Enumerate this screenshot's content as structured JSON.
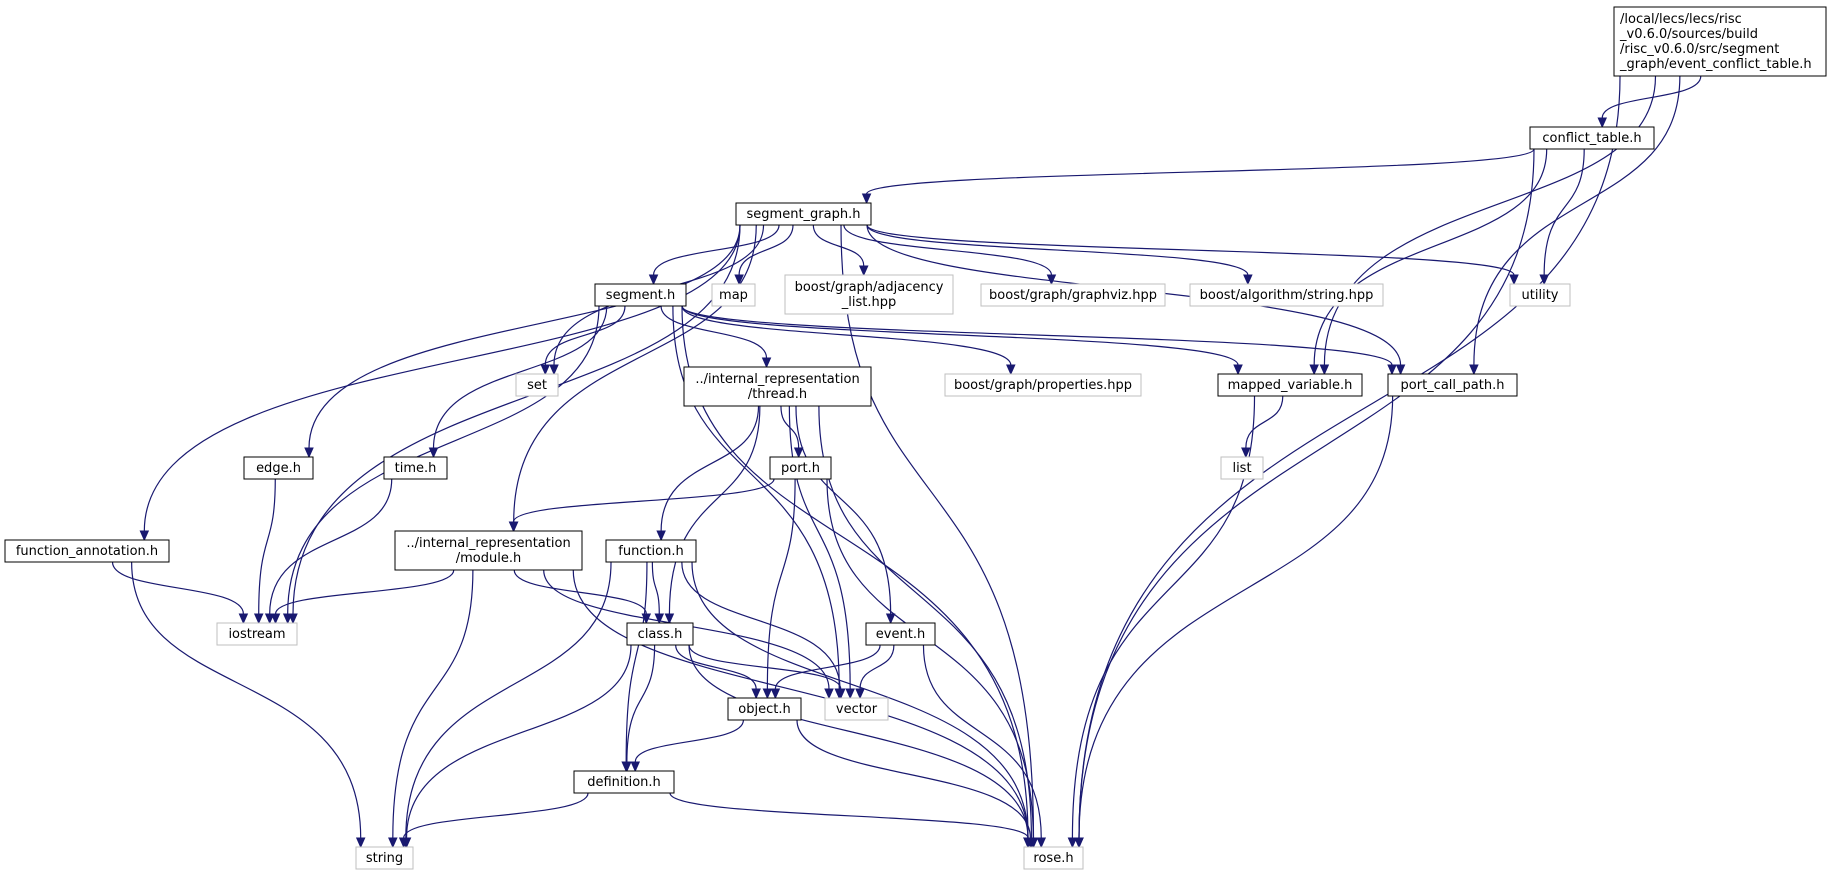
{
  "colors": {
    "edge": "#191970",
    "normal_border": "#000000",
    "external_border": "#bfbfbf",
    "root_fill": "#bfbfbf",
    "node_fill": "#ffffff",
    "text": "#000000"
  },
  "graph": {
    "nodes": [
      {
        "id": "root",
        "lines": [
          "/local/lecs/lecs/risc",
          "_v0.6.0/sources/build",
          "/risc_v0.6.0/src/segment",
          "_graph/event_conflict_table.h"
        ],
        "kind": "root"
      },
      {
        "id": "conflict_table",
        "lines": [
          "conflict_table.h"
        ],
        "kind": "normal"
      },
      {
        "id": "segment_graph",
        "lines": [
          "segment_graph.h"
        ],
        "kind": "normal"
      },
      {
        "id": "segment",
        "lines": [
          "segment.h"
        ],
        "kind": "normal"
      },
      {
        "id": "map",
        "lines": [
          "map"
        ],
        "kind": "external"
      },
      {
        "id": "adjacency_list",
        "lines": [
          "boost/graph/adjacency",
          "_list.hpp"
        ],
        "kind": "external"
      },
      {
        "id": "graphviz",
        "lines": [
          "boost/graph/graphviz.hpp"
        ],
        "kind": "external"
      },
      {
        "id": "algorithm_string",
        "lines": [
          "boost/algorithm/string.hpp"
        ],
        "kind": "external"
      },
      {
        "id": "utility",
        "lines": [
          "utility"
        ],
        "kind": "external"
      },
      {
        "id": "set",
        "lines": [
          "set"
        ],
        "kind": "external"
      },
      {
        "id": "thread",
        "lines": [
          "../internal_representation",
          "/thread.h"
        ],
        "kind": "normal"
      },
      {
        "id": "properties",
        "lines": [
          "boost/graph/properties.hpp"
        ],
        "kind": "external"
      },
      {
        "id": "mapped_variable",
        "lines": [
          "mapped_variable.h"
        ],
        "kind": "normal"
      },
      {
        "id": "port_call_path",
        "lines": [
          "port_call_path.h"
        ],
        "kind": "normal"
      },
      {
        "id": "list",
        "lines": [
          "list"
        ],
        "kind": "external"
      },
      {
        "id": "edge",
        "lines": [
          "edge.h"
        ],
        "kind": "normal"
      },
      {
        "id": "time",
        "lines": [
          "time.h"
        ],
        "kind": "normal"
      },
      {
        "id": "port",
        "lines": [
          "port.h"
        ],
        "kind": "normal"
      },
      {
        "id": "function_annotation",
        "lines": [
          "function_annotation.h"
        ],
        "kind": "normal"
      },
      {
        "id": "module",
        "lines": [
          "../internal_representation",
          "/module.h"
        ],
        "kind": "normal"
      },
      {
        "id": "function",
        "lines": [
          "function.h"
        ],
        "kind": "normal"
      },
      {
        "id": "iostream",
        "lines": [
          "iostream"
        ],
        "kind": "external"
      },
      {
        "id": "class",
        "lines": [
          "class.h"
        ],
        "kind": "normal"
      },
      {
        "id": "event",
        "lines": [
          "event.h"
        ],
        "kind": "normal"
      },
      {
        "id": "object",
        "lines": [
          "object.h"
        ],
        "kind": "normal"
      },
      {
        "id": "vector",
        "lines": [
          "vector"
        ],
        "kind": "external"
      },
      {
        "id": "definition",
        "lines": [
          "definition.h"
        ],
        "kind": "normal"
      },
      {
        "id": "string",
        "lines": [
          "string"
        ],
        "kind": "external"
      },
      {
        "id": "rose",
        "lines": [
          "rose.h"
        ],
        "kind": "external"
      }
    ],
    "edges": [
      {
        "from": "root",
        "to": "conflict_table"
      },
      {
        "from": "root",
        "to": "mapped_variable"
      },
      {
        "from": "root",
        "to": "port_call_path"
      },
      {
        "from": "root",
        "to": "rose"
      },
      {
        "from": "conflict_table",
        "to": "segment_graph"
      },
      {
        "from": "conflict_table",
        "to": "utility"
      },
      {
        "from": "conflict_table",
        "to": "mapped_variable"
      },
      {
        "from": "conflict_table",
        "to": "rose"
      },
      {
        "from": "segment_graph",
        "to": "segment"
      },
      {
        "from": "segment_graph",
        "to": "map"
      },
      {
        "from": "segment_graph",
        "to": "adjacency_list"
      },
      {
        "from": "segment_graph",
        "to": "graphviz"
      },
      {
        "from": "segment_graph",
        "to": "algorithm_string"
      },
      {
        "from": "segment_graph",
        "to": "utility"
      },
      {
        "from": "segment_graph",
        "to": "set"
      },
      {
        "from": "segment_graph",
        "to": "edge"
      },
      {
        "from": "segment_graph",
        "to": "function_annotation"
      },
      {
        "from": "segment_graph",
        "to": "iostream"
      },
      {
        "from": "segment_graph",
        "to": "module"
      },
      {
        "from": "segment_graph",
        "to": "port_call_path"
      },
      {
        "from": "segment_graph",
        "to": "rose"
      },
      {
        "from": "segment",
        "to": "set"
      },
      {
        "from": "segment",
        "to": "thread"
      },
      {
        "from": "segment",
        "to": "properties"
      },
      {
        "from": "segment",
        "to": "mapped_variable"
      },
      {
        "from": "segment",
        "to": "port_call_path"
      },
      {
        "from": "segment",
        "to": "time"
      },
      {
        "from": "segment",
        "to": "iostream"
      },
      {
        "from": "segment",
        "to": "vector"
      },
      {
        "from": "segment",
        "to": "rose"
      },
      {
        "from": "thread",
        "to": "port"
      },
      {
        "from": "thread",
        "to": "function"
      },
      {
        "from": "thread",
        "to": "class"
      },
      {
        "from": "thread",
        "to": "event"
      },
      {
        "from": "thread",
        "to": "vector"
      },
      {
        "from": "thread",
        "to": "rose"
      },
      {
        "from": "mapped_variable",
        "to": "list"
      },
      {
        "from": "mapped_variable",
        "to": "rose"
      },
      {
        "from": "port_call_path",
        "to": "rose"
      },
      {
        "from": "edge",
        "to": "iostream"
      },
      {
        "from": "time",
        "to": "iostream"
      },
      {
        "from": "port",
        "to": "module"
      },
      {
        "from": "port",
        "to": "object"
      },
      {
        "from": "port",
        "to": "rose"
      },
      {
        "from": "function_annotation",
        "to": "iostream"
      },
      {
        "from": "function_annotation",
        "to": "string"
      },
      {
        "from": "module",
        "to": "iostream"
      },
      {
        "from": "module",
        "to": "class"
      },
      {
        "from": "module",
        "to": "vector"
      },
      {
        "from": "module",
        "to": "string"
      },
      {
        "from": "module",
        "to": "rose"
      },
      {
        "from": "function",
        "to": "class"
      },
      {
        "from": "function",
        "to": "definition"
      },
      {
        "from": "function",
        "to": "vector"
      },
      {
        "from": "function",
        "to": "string"
      },
      {
        "from": "function",
        "to": "rose"
      },
      {
        "from": "class",
        "to": "object"
      },
      {
        "from": "class",
        "to": "definition"
      },
      {
        "from": "class",
        "to": "vector"
      },
      {
        "from": "class",
        "to": "string"
      },
      {
        "from": "class",
        "to": "rose"
      },
      {
        "from": "event",
        "to": "object"
      },
      {
        "from": "event",
        "to": "vector"
      },
      {
        "from": "event",
        "to": "rose"
      },
      {
        "from": "object",
        "to": "definition"
      },
      {
        "from": "object",
        "to": "rose"
      },
      {
        "from": "definition",
        "to": "string"
      },
      {
        "from": "definition",
        "to": "rose"
      }
    ]
  }
}
